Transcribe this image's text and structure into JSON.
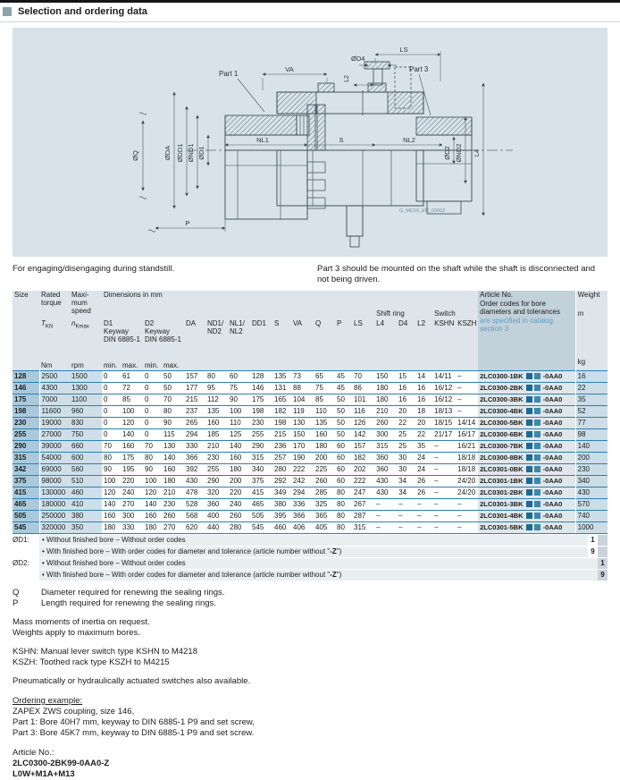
{
  "doc": {
    "title": "Selection and ordering data"
  },
  "intro": {
    "left": "For engaging/disengaging during standstill.",
    "right": "Part 3 should be mounted on the shaft while the shaft is disconnected and not being driven."
  },
  "drawing": {
    "labels": {
      "part1": "Part 1",
      "va": "VA",
      "d4": "ØD4",
      "ls": "LS",
      "l2": "L2",
      "part3": "Part 3",
      "q": "ØQ",
      "da": "ØDA",
      "dd1": "ØDD1",
      "nd1": "ØND1",
      "d1": "ØD1",
      "nl1": "NL1",
      "s": "S",
      "nl2": "NL2",
      "d2": "ØD2",
      "nd2": "ØND2",
      "l4": "L4",
      "p": "P",
      "code": "G_MD10_EN_00053"
    }
  },
  "table": {
    "header": {
      "size": "Size",
      "rated_torque": "Rated torque",
      "max_speed": "Maxi-mum speed",
      "dims": "Dimensions in mm",
      "tkn_base": "T",
      "tkn_sub": "KN",
      "nk_base": "n",
      "nk_sub": "Kmax",
      "d1": "D1",
      "d2": "D2",
      "keyway": "Keyway DIN 6885-1",
      "da": "DA",
      "nd": "ND1/ ND2",
      "nl": "NL1/ NL2",
      "dd1": "DD1",
      "s": "S",
      "va": "VA",
      "q": "Q",
      "p": "P",
      "ls": "LS",
      "shift_ring": "Shift ring",
      "l4": "L4",
      "d4": "D4",
      "l2": "L2",
      "switch": "Switch",
      "kshn": "KSHN",
      "kszh": "KSZH",
      "article_no": "Article No.",
      "article_sub": "Order codes for bore diameters and tolerances",
      "article_link": "are specified in catalog section 3",
      "weight": "Weight",
      "weight_m": "m",
      "unit_nm": "Nm",
      "unit_rpm": "rpm",
      "unit_min": "min.",
      "unit_max": "max.",
      "unit_kg": "kg"
    },
    "rows": [
      {
        "size": "128",
        "tkn": "2500",
        "nkmax": "1500",
        "d1min": "0",
        "d1max": "61",
        "d2min": "0",
        "d2max": "50",
        "da": "157",
        "nd": "80",
        "nl": "60",
        "dd1": "128",
        "s": "135",
        "va": "73",
        "q": "65",
        "p": "45",
        "ls": "70",
        "l4": "150",
        "d4": "15",
        "l2": "14",
        "kshn": "14/11",
        "kszh": "–",
        "art": "2LC0300-1BK",
        "suffix": "-0AA0",
        "weight": "16"
      },
      {
        "size": "146",
        "tkn": "4300",
        "nkmax": "1300",
        "d1min": "0",
        "d1max": "72",
        "d2min": "0",
        "d2max": "50",
        "da": "177",
        "nd": "95",
        "nl": "75",
        "dd1": "146",
        "s": "131",
        "va": "88",
        "q": "75",
        "p": "45",
        "ls": "86",
        "l4": "180",
        "d4": "16",
        "l2": "16",
        "kshn": "16/12",
        "kszh": "–",
        "art": "2LC0300-2BK",
        "suffix": "-0AA0",
        "weight": "22"
      },
      {
        "size": "175",
        "tkn": "7000",
        "nkmax": "1100",
        "d1min": "0",
        "d1max": "85",
        "d2min": "0",
        "d2max": "70",
        "da": "215",
        "nd": "112",
        "nl": "90",
        "dd1": "175",
        "s": "165",
        "va": "104",
        "q": "85",
        "p": "50",
        "ls": "101",
        "l4": "180",
        "d4": "16",
        "l2": "16",
        "kshn": "16/12",
        "kszh": "–",
        "art": "2LC0300-3BK",
        "suffix": "-0AA0",
        "weight": "35"
      },
      {
        "size": "198",
        "tkn": "11600",
        "nkmax": "960",
        "d1min": "0",
        "d1max": "100",
        "d2min": "0",
        "d2max": "80",
        "da": "237",
        "nd": "135",
        "nl": "100",
        "dd1": "198",
        "s": "182",
        "va": "119",
        "q": "110",
        "p": "50",
        "ls": "116",
        "l4": "210",
        "d4": "20",
        "l2": "18",
        "kshn": "18/13",
        "kszh": "–",
        "art": "2LC0300-4BK",
        "suffix": "-0AA0",
        "weight": "52"
      },
      {
        "size": "230",
        "tkn": "19000",
        "nkmax": "830",
        "d1min": "0",
        "d1max": "120",
        "d2min": "0",
        "d2max": "90",
        "da": "265",
        "nd": "160",
        "nl": "110",
        "dd1": "230",
        "s": "198",
        "va": "130",
        "q": "135",
        "p": "50",
        "ls": "126",
        "l4": "260",
        "d4": "22",
        "l2": "20",
        "kshn": "18/15",
        "kszh": "14/14",
        "art": "2LC0300-5BK",
        "suffix": "-0AA0",
        "weight": "77"
      },
      {
        "size": "255",
        "tkn": "27000",
        "nkmax": "750",
        "d1min": "0",
        "d1max": "140",
        "d2min": "0",
        "d2max": "115",
        "da": "294",
        "nd": "185",
        "nl": "125",
        "dd1": "255",
        "s": "215",
        "va": "150",
        "q": "160",
        "p": "50",
        "ls": "142",
        "l4": "300",
        "d4": "25",
        "l2": "22",
        "kshn": "21/17",
        "kszh": "16/17",
        "art": "2LC0300-6BK",
        "suffix": "-0AA0",
        "weight": "98"
      },
      {
        "size": "290",
        "tkn": "39000",
        "nkmax": "660",
        "d1min": "70",
        "d1max": "160",
        "d2min": "70",
        "d2max": "130",
        "da": "330",
        "nd": "210",
        "nl": "140",
        "dd1": "290",
        "s": "236",
        "va": "170",
        "q": "180",
        "p": "60",
        "ls": "157",
        "l4": "315",
        "d4": "25",
        "l2": "35",
        "kshn": "–",
        "kszh": "16/21",
        "art": "2LC0300-7BK",
        "suffix": "-0AA0",
        "weight": "140"
      },
      {
        "size": "315",
        "tkn": "54000",
        "nkmax": "600",
        "d1min": "80",
        "d1max": "175",
        "d2min": "80",
        "d2max": "140",
        "da": "366",
        "nd": "230",
        "nl": "160",
        "dd1": "315",
        "s": "257",
        "va": "190",
        "q": "200",
        "p": "60",
        "ls": "182",
        "l4": "360",
        "d4": "30",
        "l2": "24",
        "kshn": "–",
        "kszh": "18/18",
        "art": "2LC0300-8BK",
        "suffix": "-0AA0",
        "weight": "200"
      },
      {
        "size": "342",
        "tkn": "69000",
        "nkmax": "560",
        "d1min": "90",
        "d1max": "195",
        "d2min": "90",
        "d2max": "160",
        "da": "392",
        "nd": "255",
        "nl": "180",
        "dd1": "340",
        "s": "280",
        "va": "222",
        "q": "225",
        "p": "60",
        "ls": "202",
        "l4": "360",
        "d4": "30",
        "l2": "24",
        "kshn": "–",
        "kszh": "18/18",
        "art": "2LC0301-0BK",
        "suffix": "-0AA0",
        "weight": "230"
      },
      {
        "size": "375",
        "tkn": "98000",
        "nkmax": "510",
        "d1min": "100",
        "d1max": "220",
        "d2min": "100",
        "d2max": "180",
        "da": "430",
        "nd": "290",
        "nl": "200",
        "dd1": "375",
        "s": "292",
        "va": "242",
        "q": "260",
        "p": "60",
        "ls": "222",
        "l4": "430",
        "d4": "34",
        "l2": "26",
        "kshn": "–",
        "kszh": "24/20",
        "art": "2LC0301-1BK",
        "suffix": "-0AA0",
        "weight": "340"
      },
      {
        "size": "415",
        "tkn": "130000",
        "nkmax": "460",
        "d1min": "120",
        "d1max": "240",
        "d2min": "120",
        "d2max": "210",
        "da": "478",
        "nd": "320",
        "nl": "220",
        "dd1": "415",
        "s": "349",
        "va": "294",
        "q": "285",
        "p": "80",
        "ls": "247",
        "l4": "430",
        "d4": "34",
        "l2": "26",
        "kshn": "–",
        "kszh": "24/20",
        "art": "2LC0301-2BK",
        "suffix": "-0AA0",
        "weight": "430"
      },
      {
        "size": "465",
        "tkn": "180000",
        "nkmax": "410",
        "d1min": "140",
        "d1max": "270",
        "d2min": "140",
        "d2max": "230",
        "da": "528",
        "nd": "360",
        "nl": "240",
        "dd1": "465",
        "s": "380",
        "va": "336",
        "q": "325",
        "p": "80",
        "ls": "267",
        "l4": "–",
        "d4": "–",
        "l2": "–",
        "kshn": "–",
        "kszh": "–",
        "art": "2LC0301-3BK",
        "suffix": "-0AA0",
        "weight": "570"
      },
      {
        "size": "505",
        "tkn": "250000",
        "nkmax": "380",
        "d1min": "160",
        "d1max": "300",
        "d2min": "160",
        "d2max": "260",
        "da": "568",
        "nd": "400",
        "nl": "260",
        "dd1": "505",
        "s": "395",
        "va": "366",
        "q": "365",
        "p": "80",
        "ls": "287",
        "l4": "–",
        "d4": "–",
        "l2": "–",
        "kshn": "–",
        "kszh": "–",
        "art": "2LC0301-4BK",
        "suffix": "-0AA0",
        "weight": "740"
      },
      {
        "size": "545",
        "tkn": "320000",
        "nkmax": "350",
        "d1min": "180",
        "d1max": "330",
        "d2min": "180",
        "d2max": "270",
        "da": "620",
        "nd": "440",
        "nl": "280",
        "dd1": "545",
        "s": "460",
        "va": "406",
        "q": "405",
        "p": "80",
        "ls": "315",
        "l4": "–",
        "d4": "–",
        "l2": "–",
        "kshn": "–",
        "kszh": "–",
        "art": "2LC0301-5BK",
        "suffix": "-0AA0",
        "weight": "1000"
      }
    ]
  },
  "footnotes": [
    {
      "label": "ØD1:",
      "slot": 1,
      "items": [
        {
          "pre": "Without finished bore – Without order codes",
          "bold": "",
          "post": "",
          "code": "1"
        },
        {
          "pre": "With finished bore – With order codes for diameter and tolerance (article number without \"",
          "bold": "-Z",
          "post": "\")",
          "code": "9"
        }
      ]
    },
    {
      "label": "ØD2:",
      "slot": 2,
      "items": [
        {
          "pre": "Without finished bore – Without order codes",
          "bold": "",
          "post": "",
          "code": "1"
        },
        {
          "pre": "With finished bore – With order codes for diameter and tolerance (article number without \"",
          "bold": "-Z",
          "post": "\")",
          "code": "9"
        }
      ]
    }
  ],
  "legend": [
    {
      "term": "Q",
      "text": "Diameter required for renewing the sealing rings."
    },
    {
      "term": "P",
      "text": "Length required for renewing the sealing rings."
    }
  ],
  "notes1": [
    "Mass moments of inertia on request.",
    "Weights apply to maximum bores."
  ],
  "notes2": [
    "KSHN: Manual lever switch type KSHN to M4218",
    "KSZH: Toothed rack type KSZH to M4215"
  ],
  "notes3": [
    "Pneumatically or hydraulically actuated switches also available."
  ],
  "ordering": {
    "title": "Ordering example:",
    "lines": [
      "ZAPEX ZWS coupling, size 146,",
      "Part 1: Bore 40H7 mm, keyway to DIN 6885-1 P9 and set screw,",
      "Part 3: Bore 45K7 mm, keyway to DIN 6885-1 P9 and set screw."
    ],
    "article_label": "Article No.:",
    "article_no": "2LC0300-2BK99-0AA0-Z",
    "order_codes": "L0W+M1A+M13"
  },
  "colors": {
    "panel": "#d7e2ea",
    "header_bg": "#dde5ea",
    "article_header_bg": "#c2d1da",
    "size_col": "#a9cadd",
    "torque_col": "#cfdfe9",
    "article_col": "#e0e7eb",
    "weight_col": "#cadde8",
    "row_line": "#2f80ad",
    "square1": "#1d6a91",
    "square2": "#3e87ac",
    "link": "#5e9ec6"
  }
}
